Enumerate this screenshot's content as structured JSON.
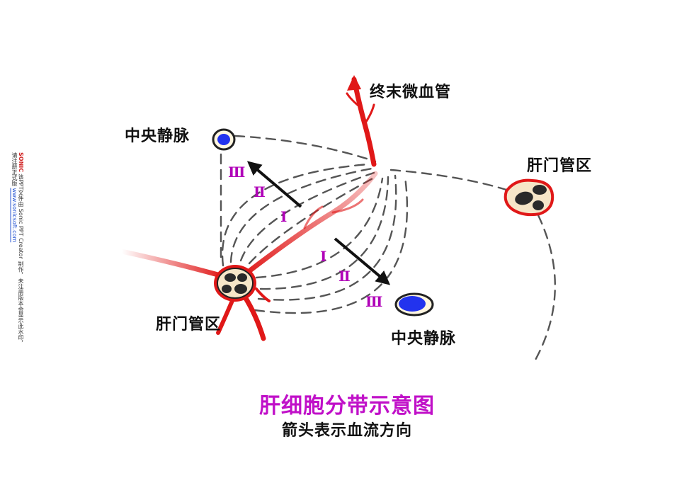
{
  "labels": {
    "terminal_vessel": "终末微血管",
    "central_vein_top": "中央静脉",
    "central_vein_bottom": "中央静脉",
    "portal_area_right": "肝门管区",
    "portal_area_left": "肝门管区"
  },
  "zones": {
    "upper": [
      "Ⅲ",
      "Ⅱ",
      "Ⅰ"
    ],
    "lower": [
      "Ⅰ",
      "Ⅱ",
      "Ⅲ"
    ]
  },
  "title": "肝细胞分带示意图",
  "subtitle": "箭头表示血流方向",
  "side_note": {
    "brand": "SONIC",
    "text": "该PPT文件由 Sonic PPT Creator 制作，未注册版本会显示此水印，请注册正式版",
    "site": "www.sonicsoft.com"
  },
  "colors": {
    "vessel_red": "#e01818",
    "vein_blue": "#2233ee",
    "zone_purple": "#b000b8",
    "title_magenta": "#c010c8",
    "dash_gray": "#555555"
  }
}
